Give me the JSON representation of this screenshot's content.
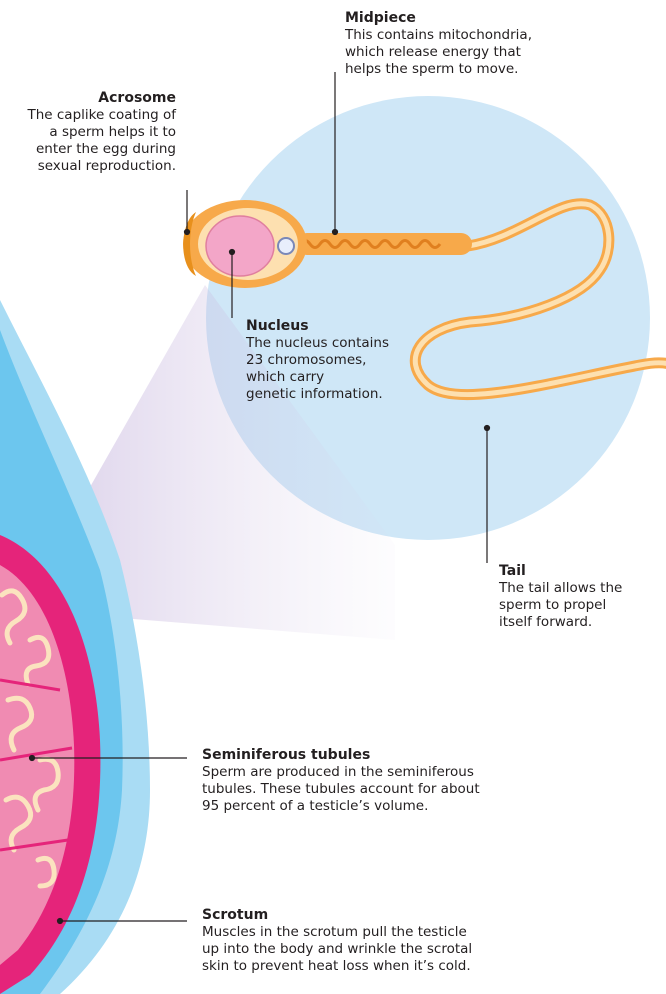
{
  "labels": {
    "midpiece": {
      "title": "Midpiece",
      "text": "This contains mitochondria,\nwhich release energy that\nhelps the sperm to move."
    },
    "acrosome": {
      "title": "Acrosome",
      "text": "The caplike coating of\na sperm helps it to\nenter the egg during\nsexual reproduction."
    },
    "nucleus": {
      "title": "Nucleus",
      "text": "The nucleus contains\n23 chromosomes,\nwhich carry\ngenetic information."
    },
    "tail": {
      "title": "Tail",
      "text": "The tail allows the\nsperm to propel\nitself forward."
    },
    "seminiferous": {
      "title": "Seminiferous tubules",
      "text": "Sperm are produced in the seminiferous\ntubules. These tubules account for about\n95 percent of a testicle’s volume."
    },
    "scrotum": {
      "title": "Scrotum",
      "text": "Muscles in the scrotum pull the testicle\nup into the body and wrinkle the scrotal\nskin to prevent heat loss when it’s cold."
    }
  },
  "colors": {
    "magnify_circle": "#cfe7f7",
    "scrotum_outer": "#a9dcf4",
    "scrotum_inner": "#6cc6ee",
    "testicle_outer": "#e5247a",
    "tubule_fill": "#f08bb2",
    "tubule_lines": "#fbe3bf",
    "sperm_body": "#f7a94a",
    "sperm_light": "#fde0b0",
    "nucleus": "#f3a6c8",
    "leader_line": "#231f20"
  }
}
